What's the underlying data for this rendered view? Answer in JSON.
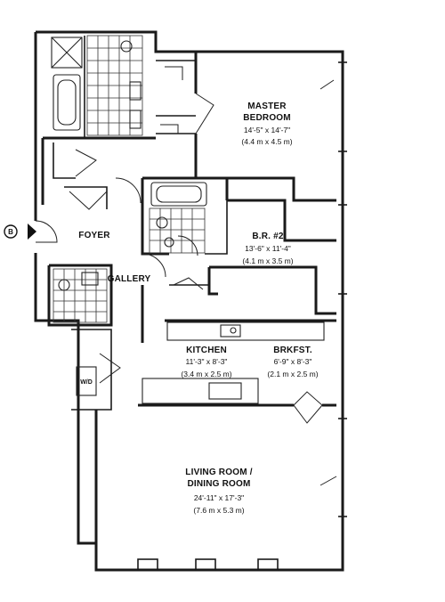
{
  "rooms": {
    "master": {
      "name_1": "MASTER",
      "name_2": "BEDROOM",
      "dim_ft": "14'-5\" x 14'-7\"",
      "dim_m": "(4.4 m x 4.5 m)"
    },
    "br2": {
      "name": "B.R. #2",
      "dim_ft": "13'-6\" x 11'-4\"",
      "dim_m": "(4.1 m x 3.5 m)"
    },
    "foyer": {
      "name": "FOYER"
    },
    "gallery": {
      "name": "GALLERY"
    },
    "kitchen": {
      "name": "KITCHEN",
      "dim_ft": "11'-3\" x 8'-3\"",
      "dim_m": "(3.4 m x 2.5 m)"
    },
    "brkfst": {
      "name": "BRKFST.",
      "dim_ft": "6'-9\" x 8'-3\"",
      "dim_m": "(2.1 m x 2.5 m)"
    },
    "living": {
      "name_1": "LIVING ROOM /",
      "name_2": "DINING ROOM",
      "dim_ft": "24'-11\" x 17'-3\"",
      "dim_m": "(7.6 m x 5.3 m)"
    }
  },
  "washer_dryer": {
    "label": "W/D"
  },
  "unit_marker": {
    "label": "B"
  }
}
